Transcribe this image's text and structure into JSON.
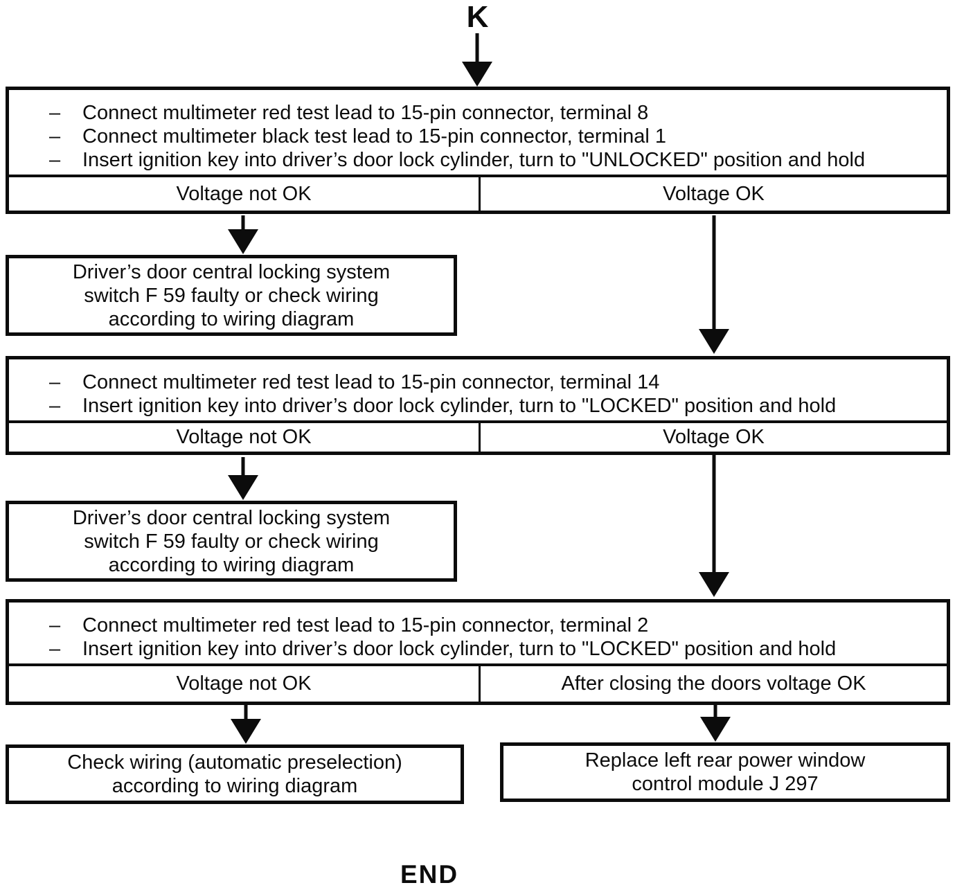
{
  "flow": {
    "start_label": "K",
    "end_label": "END"
  },
  "glyphs": {
    "bullet": "–"
  },
  "colors": {
    "ink": "#0c0c0c",
    "paper": "#ffffff"
  },
  "steps": [
    {
      "instructions": [
        "Connect multimeter red test lead to 15-pin connector, terminal 8",
        "Connect multimeter black test lead to 15-pin connector, terminal 1",
        "Insert ignition key into driver’s door lock cylinder, turn to \"UNLOCKED\" position and hold"
      ],
      "outcomes": {
        "left": "Voltage not OK",
        "right": "Voltage OK"
      }
    },
    {
      "instructions": [
        "Connect multimeter red test lead to 15-pin connector, terminal 14",
        "Insert ignition key into driver’s door lock cylinder, turn to \"LOCKED\" position and hold"
      ],
      "outcomes": {
        "left": "Voltage not OK",
        "right": "Voltage OK"
      }
    },
    {
      "instructions": [
        "Connect multimeter red test lead to 15-pin connector, terminal 2",
        "Insert ignition key into driver’s door lock cylinder, turn to \"LOCKED\" position and hold"
      ],
      "outcomes": {
        "left": "Voltage not OK",
        "right": "After closing the doors voltage OK"
      }
    }
  ],
  "results": {
    "switch_faulty_1": "Driver’s door central locking system\nswitch F 59 faulty or check wiring\naccording to wiring diagram",
    "switch_faulty_2": "Driver’s door central locking system\nswitch F 59 faulty or check wiring\naccording to wiring diagram",
    "check_wiring": "Check wiring (automatic preselection)\naccording to wiring diagram",
    "replace_module": "Replace left rear power window\ncontrol module J 297"
  }
}
